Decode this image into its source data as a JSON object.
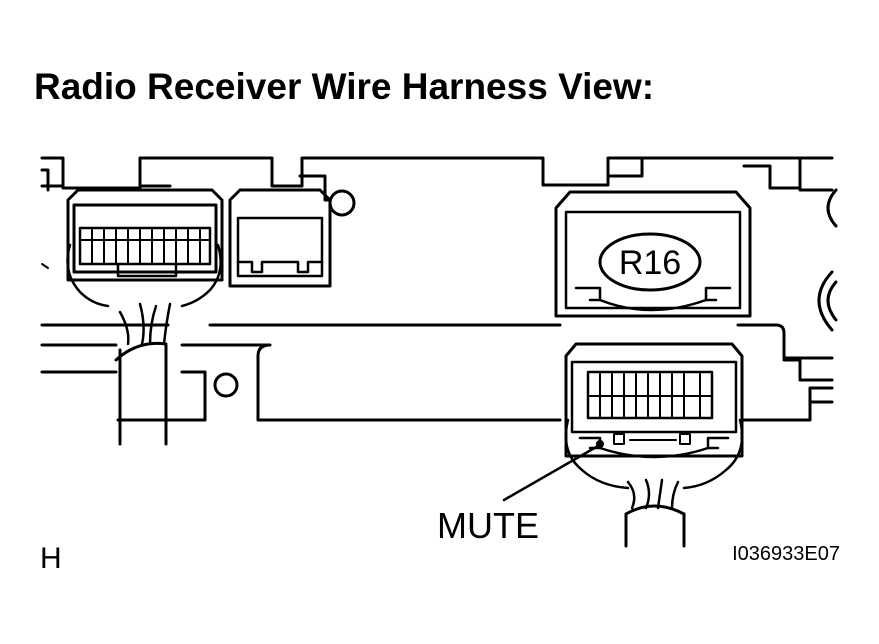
{
  "title": "Radio Receiver Wire Harness View:",
  "connector_id": "R16",
  "callout_label": "MUTE",
  "section_letter": "H",
  "figure_code": "I036933E07"
}
